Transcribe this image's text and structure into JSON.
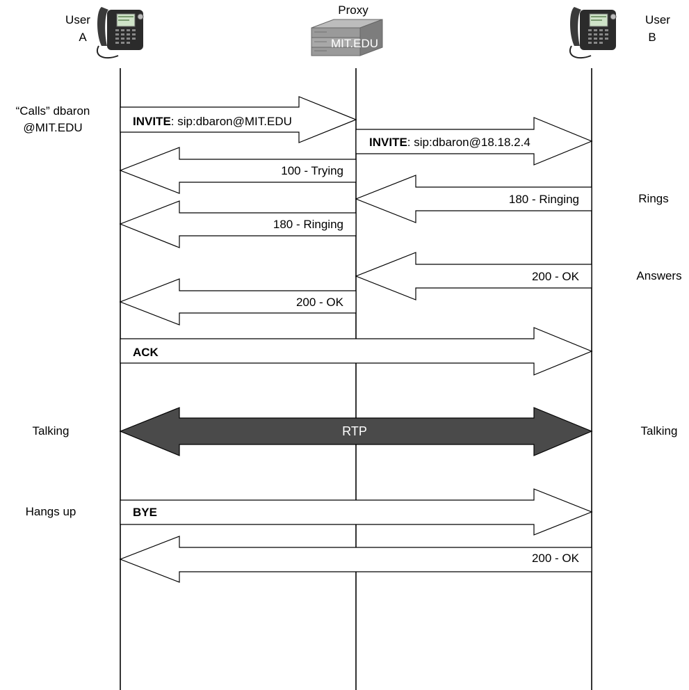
{
  "participants": {
    "user_a": {
      "line1": "User",
      "line2": "A"
    },
    "proxy": {
      "label": "Proxy",
      "server_text": "MIT.EDU"
    },
    "user_b": {
      "line1": "User",
      "line2": "B"
    }
  },
  "side_notes": {
    "calls_line1": "“Calls” dbaron",
    "calls_line2": "@MIT.EDU",
    "rings": "Rings",
    "answers": "Answers",
    "talking_left": "Talking",
    "talking_right": "Talking",
    "hangs_up": "Hangs up"
  },
  "messages": [
    {
      "bold": "INVITE",
      "text": ": sip:dbaron@MIT.EDU"
    },
    {
      "bold": "INVITE",
      "text": ": sip:dbaron@18.18.2.4"
    },
    {
      "bold": "",
      "text": "100 - Trying"
    },
    {
      "bold": "",
      "text": "180 - Ringing"
    },
    {
      "bold": "",
      "text": "180 - Ringing"
    },
    {
      "bold": "",
      "text": "200 - OK"
    },
    {
      "bold": "",
      "text": "200 - OK"
    },
    {
      "bold": "ACK",
      "text": ""
    },
    {
      "bold": "",
      "text": "RTP"
    },
    {
      "bold": "BYE",
      "text": ""
    },
    {
      "bold": "",
      "text": "200 - OK"
    }
  ]
}
